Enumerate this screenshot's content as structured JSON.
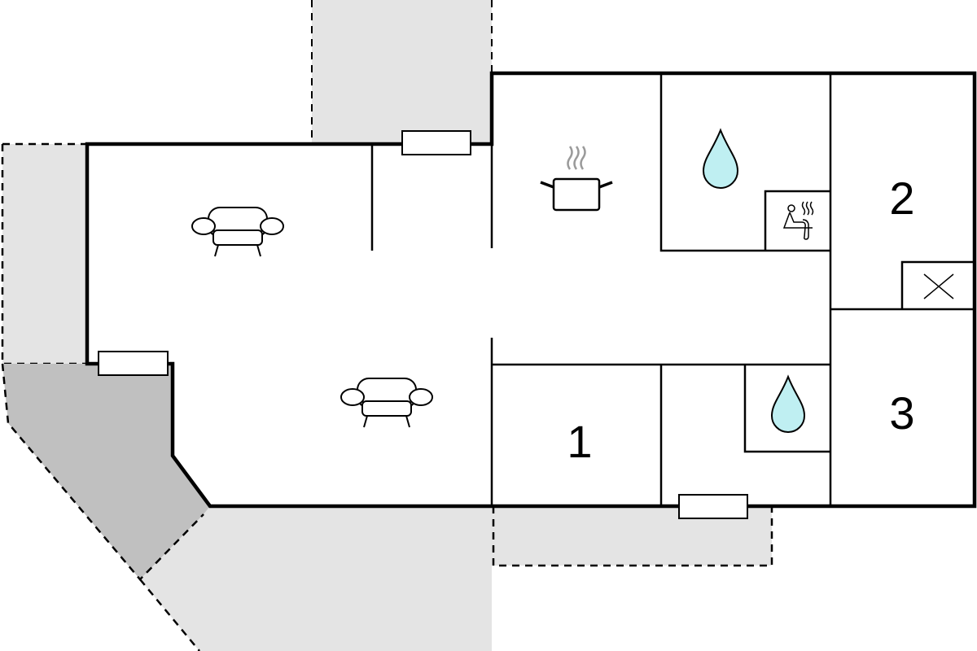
{
  "floor_plan": {
    "rooms": [
      {
        "id": "bedroom-1",
        "label": "1"
      },
      {
        "id": "bedroom-2",
        "label": "2"
      },
      {
        "id": "bedroom-3",
        "label": "3"
      }
    ],
    "icons": [
      "sofa-icon",
      "sofa-icon",
      "kitchen-pot-icon",
      "water-drop-icon",
      "water-drop-icon",
      "sauna-icon",
      "cross-icon"
    ],
    "colors": {
      "wall": "#000000",
      "terrace": "#e4e4e4",
      "covered_terrace": "#c0c0c0",
      "water": "#bfeff2",
      "steam": "#9a9a9a"
    }
  }
}
